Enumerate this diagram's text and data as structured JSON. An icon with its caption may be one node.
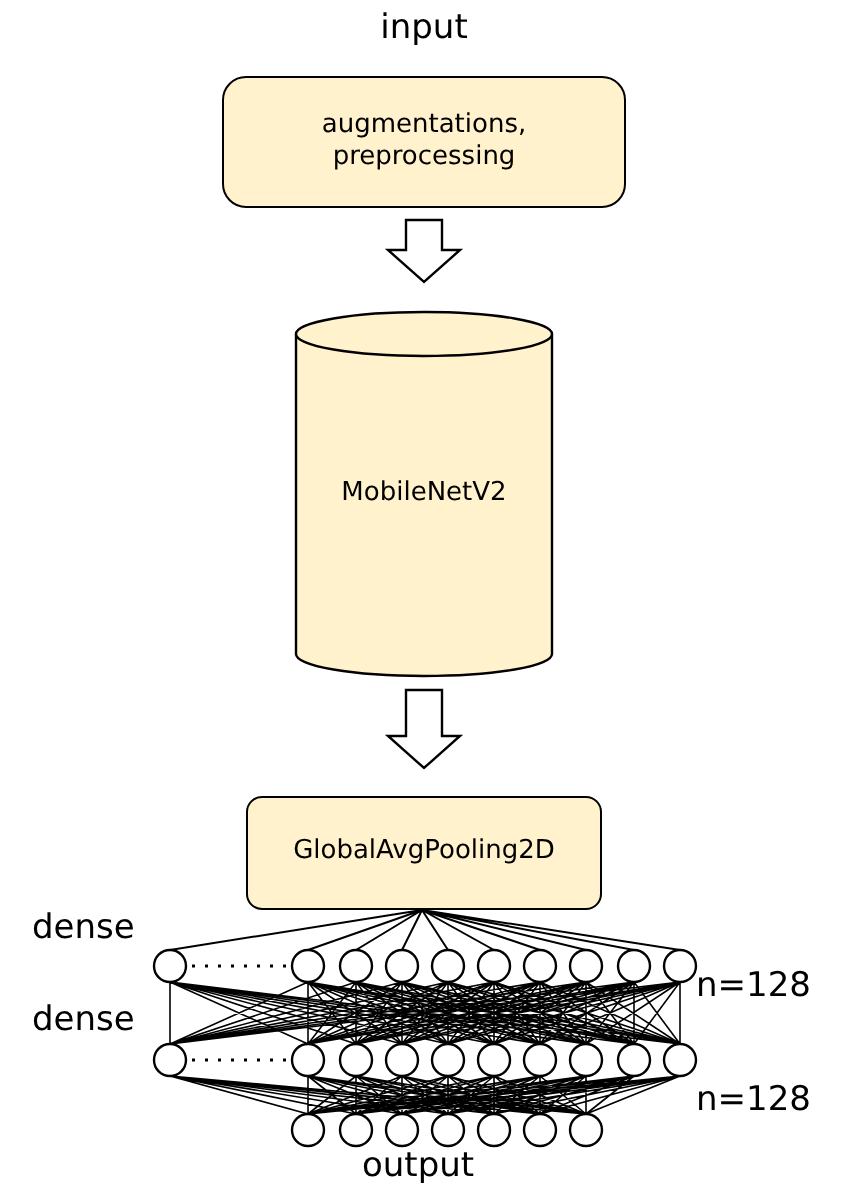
{
  "diagram": {
    "nodes": [
      {
        "text": [
          "input",
          "augmentations, preprocessing"
        ]
      },
      {
        "text": [
          "MobileNetV2"
        ]
      },
      {
        "text": [
          "GlobalAvgPooling2D"
        ]
      },
      {
        "text": [],
        "shape": "network"
      }
    ],
    "edges": [
      {
        "from": 0,
        "to": 1,
        "arrow": "to"
      },
      {
        "from": 1,
        "to": 2,
        "arrow": "to"
      },
      {
        "from": 2,
        "to": 3,
        "arrow": "none"
      }
    ],
    "labels": [
      "dense",
      "n=128",
      "dense",
      "n=128",
      "output"
    ]
  }
}
